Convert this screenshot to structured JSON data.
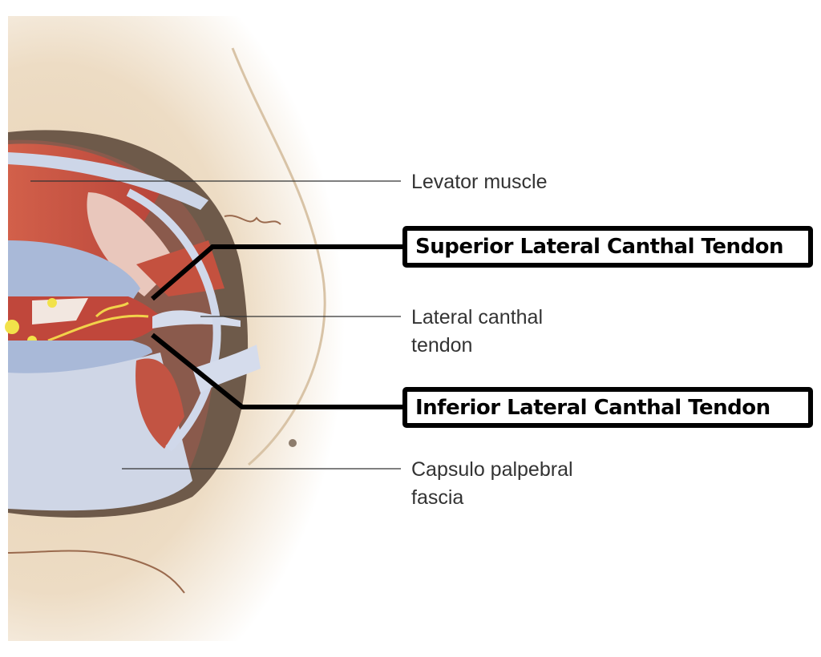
{
  "labels": {
    "levator": "Levator muscle",
    "lateral_canthal_line1": "Lateral canthal",
    "lateral_canthal_line2": "tendon",
    "capsulo_line1": "Capsulo palpebral",
    "capsulo_line2": "fascia"
  },
  "callouts": {
    "superior": "Superior Lateral Canthal Tendon",
    "inferior": "Inferior Lateral Canthal Tendon"
  },
  "colors": {
    "skin": "#e9d6bc",
    "orbit": "#6e5a4a",
    "muscle": "#c9503c",
    "fascia": "#c9d3e6"
  }
}
